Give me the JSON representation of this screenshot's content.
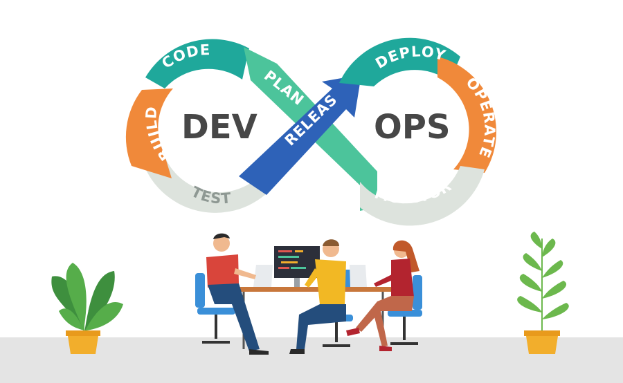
{
  "diagram": {
    "left_center": "DEV",
    "right_center": "OPS",
    "stages": {
      "build": "BUILD",
      "code": "CODE",
      "plan": "PLAN",
      "release": "RELEASE",
      "deploy": "DEPLOY",
      "operate": "OPERATE",
      "monitor": "MONITOR",
      "test": "TEST"
    }
  },
  "colors": {
    "orange": "#f0893a",
    "teal": "#1fa89b",
    "green": "#4cc49b",
    "blue": "#2e62b8",
    "grey": "#dde3dd",
    "text_dark": "#474747"
  }
}
